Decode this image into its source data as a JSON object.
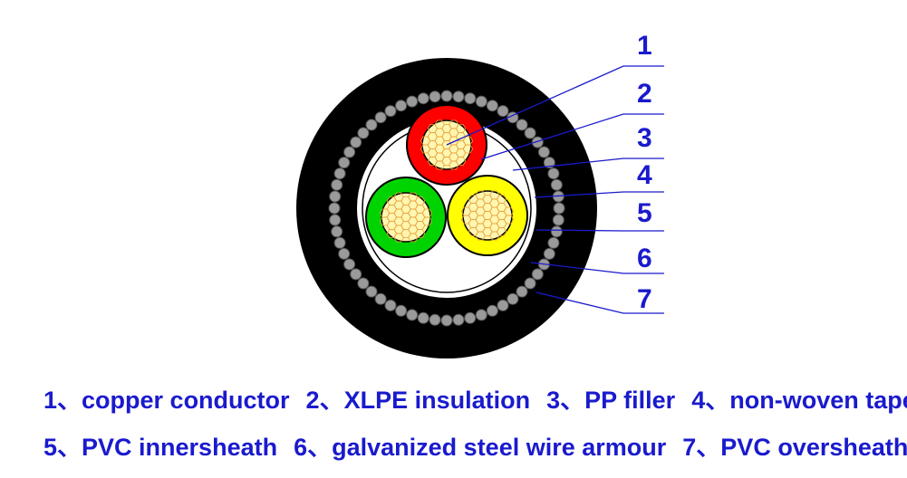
{
  "callouts": [
    "1",
    "2",
    "3",
    "4",
    "5",
    "6",
    "7"
  ],
  "legend": [
    [
      {
        "num": "1",
        "sep": "、",
        "label": "copper conductor"
      },
      {
        "num": "2",
        "sep": "、",
        "label": "XLPE insulation"
      },
      {
        "num": "3",
        "sep": "、",
        "label": "PP filler"
      },
      {
        "num": "4",
        "sep": "、",
        "label": "non-woven tape"
      }
    ],
    [
      {
        "num": "5",
        "sep": "、",
        "label": "PVC innersheath"
      },
      {
        "num": "6",
        "sep": "、",
        "label": "galvanized steel wire armour"
      },
      {
        "num": "7",
        "sep": "、",
        "label": "PVC oversheath"
      }
    ]
  ],
  "colors": {
    "outer_sheath": "#000000",
    "armour_wire": "#9a9a9a",
    "filler": "#ffffff",
    "core_red": "#ff0000",
    "core_green": "#00d400",
    "core_yellow": "#ffff00",
    "copper": "#fff6b0",
    "copper_strand_outline": "#e8a23c",
    "leader_line": "#1a1acd",
    "label_text": "#1a1acd"
  }
}
